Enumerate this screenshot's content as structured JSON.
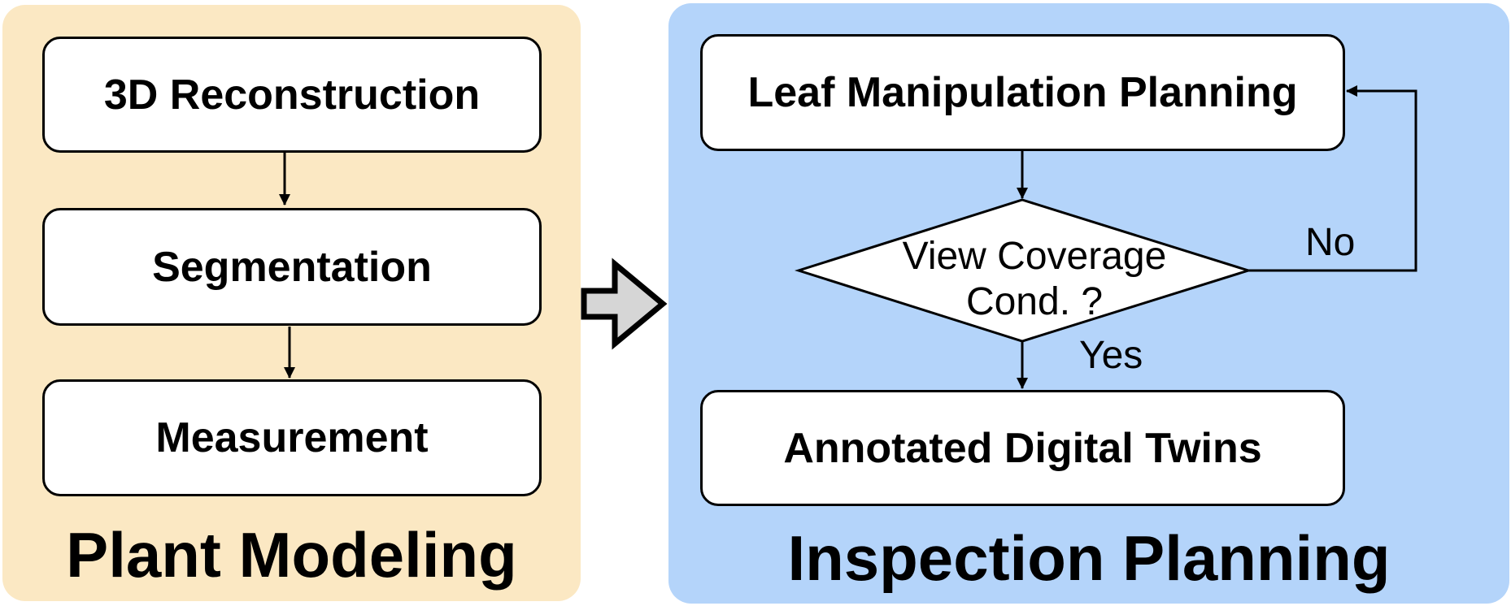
{
  "plant_modeling": {
    "title": "Plant Modeling",
    "steps": [
      "3D Reconstruction",
      "Segmentation",
      "Measurement"
    ],
    "color": "#fbe8c3"
  },
  "inspection_planning": {
    "title": "Inspection Planning",
    "color": "#b4d4fa",
    "leaf_planning": "Leaf Manipulation Planning",
    "decision": {
      "line1": "View Coverage",
      "line2": "Cond. ?"
    },
    "no_label": "No",
    "yes_label": "Yes",
    "output": "Annotated Digital Twins"
  },
  "icons": {
    "transition_arrow": "block-arrow-right-icon",
    "arrow_color": "#d6d6d6"
  }
}
